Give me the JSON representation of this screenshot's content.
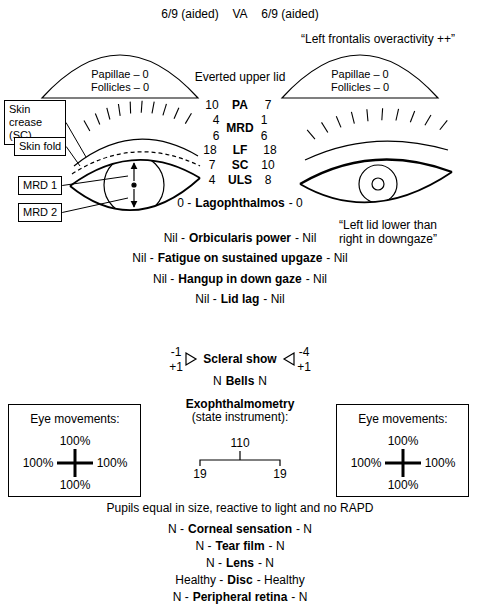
{
  "diagram": {
    "nodes": [
      {
        "text": [
          "Papillae – 0",
          "Follicles – 0"
        ]
      },
      {
        "text": [
          "Papillae – 0",
          "Follicles – 0"
        ]
      },
      {
        "text": [
          "Skin crease (SC)"
        ]
      },
      {
        "text": [
          "Skin fold"
        ]
      },
      {
        "text": [
          "MRD 1"
        ]
      },
      {
        "text": [
          "MRD 2"
        ]
      },
      {
        "text": [
          "Eye movements:",
          "100%",
          "100%",
          "100%",
          "100%"
        ]
      },
      {
        "text": [
          "Eye movements:",
          "100%",
          "100%",
          "100%",
          "100%"
        ]
      }
    ],
    "labels": [
      "6/9 (aided)",
      "VA",
      "6/9 (aided)",
      "“Left frontalis overactivity ++”",
      "Everted upper lid",
      "10",
      "PA",
      "7",
      "4",
      "MRD",
      "1",
      "6",
      "6",
      "18",
      "LF",
      "18",
      "7",
      "SC",
      "10",
      "4",
      "ULS",
      "8",
      "0 -",
      "Lagophthalmos",
      "- 0",
      "Nil -",
      "Orbicularis power",
      "- Nil",
      "Nil -",
      "Fatigue on sustained upgaze",
      "- Nil",
      "Nil -",
      "Hangup in down gaze",
      "- Nil",
      "Nil -",
      "Lid lag",
      "- Nil",
      "“Left lid lower than right in downgaze”",
      "-1",
      "+1",
      "Scleral show",
      "-4",
      "+1",
      "N",
      "Bells",
      "N",
      "Exophthalmometry",
      "(state instrument):",
      "110",
      "19",
      "19",
      "Pupils equal in size, reactive to light and no RAPD",
      "N -",
      "Corneal sensation",
      "- N",
      "N -",
      "Tear film",
      "- N",
      "N -",
      "Lens",
      "- N",
      "Healthy -",
      "Disc",
      "- Healthy",
      "N -",
      "Peripheral retina",
      "- N"
    ]
  }
}
